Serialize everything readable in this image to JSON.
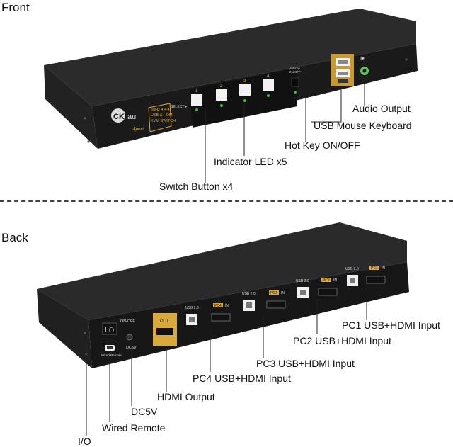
{
  "front": {
    "title": "Front",
    "brand": "CKL au",
    "select_label": "SELECT ▸",
    "button_numbers": [
      "1",
      "2",
      "3",
      "4"
    ],
    "hotkey_label": "Hot Key ON/OFF",
    "spec_lines": [
      "60Hz 4:4:4",
      "USB & HDMI 2.0",
      "KVM SWITCH"
    ],
    "port_badge": "4 port",
    "callouts": {
      "audio": "Audio Output",
      "usb_mk": "USB Mouse Keyboard",
      "hotkey": "Hot Key ON/OFF",
      "led": "Indicator LED x5",
      "switch": "Switch Button x4"
    }
  },
  "back": {
    "title": "Back",
    "port_labels": {
      "usb": "USB 2.0",
      "in": "IN",
      "out": "OUT",
      "onoff": "ON/OFF",
      "dc5v": "DC5V",
      "wired": "Wired Remote",
      "pc1": "PC1",
      "pc2": "PC2",
      "pc3": "PC3",
      "pc4": "PC4"
    },
    "callouts": {
      "pc1": "PC1 USB+HDMI Input",
      "pc2": "PC2 USB+HDMI Input",
      "pc3": "PC3 USB+HDMI Input",
      "pc4": "PC4 USB+HDMI Input",
      "hdmi_out": "HDMI Output",
      "dc5v": "DC5V",
      "wired": "Wired Remote",
      "io": "I/O"
    }
  },
  "colors": {
    "body_dark": "#1c1c1c",
    "body_top": "#2a2a2a",
    "gold": "#d9a93a",
    "led_green": "#3fb83f",
    "audio_green": "#5fc35f"
  }
}
